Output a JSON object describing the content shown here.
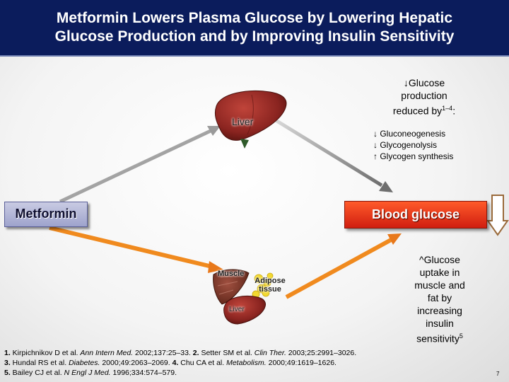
{
  "slide": {
    "title_line1": "Metformin Lowers Plasma Glucose by Lowering Hepatic",
    "title_line2": "Glucose Production and by Improving Insulin Sensitivity",
    "metformin_label": "Metformin",
    "blood_glucose_label": "Blood glucose",
    "liver_label": "Liver",
    "muscle_label": "Muscle",
    "adipose_label_1": "Adipose",
    "adipose_label_2": "tissue",
    "liver_small_label": "Liver",
    "production_text": {
      "line1": "↓Glucose",
      "line2": "production",
      "line3": "reduced by",
      "line3_sup": "1–4",
      "line3_end": ":"
    },
    "effects": [
      "↓ Gluconeogenesis",
      "↓ Glycogenolysis",
      "↑ Glycogen synthesis"
    ],
    "uptake_text": {
      "line1": "^Glucose",
      "line2": "uptake in",
      "line3": "muscle and",
      "line4": "fat by",
      "line5": "increasing",
      "line6": "insulin",
      "line7": "sensitivity",
      "line7_sup": "5"
    },
    "references": [
      {
        "num1": "1.",
        "t1": " Kirpichnikov D et al. ",
        "j1": "Ann Intern Med.",
        "r1": " 2002;137:25–33. ",
        "num2": "2.",
        "t2": " Setter SM et al. ",
        "j2": "Clin Ther.",
        "r2": " 2003;25:2991–3026."
      },
      {
        "num1": "3.",
        "t1": " Hundal RS et al. ",
        "j1": "Diabetes.",
        "r1": " 2000;49:2063–2069. ",
        "num2": "4.",
        "t2": " Chu CA et al. ",
        "j2": "Metabolism.",
        "r2": " 2000;49:1619–1626."
      },
      {
        "num1": "5.",
        "t1": " Bailey CJ et al. ",
        "j1": "N Engl J Med.",
        "r1": " 1996;334:574–579."
      }
    ],
    "page_number": "7"
  },
  "colors": {
    "header_bg": "#0b1c5c",
    "metformin_box": "#a9aed3",
    "glucose_box": "#e2301a",
    "arrow_orange": "#f08a1e",
    "arrow_gray": "#8a8a8a"
  },
  "icons": [
    "liver-illustration",
    "muscle-illustration",
    "adipose-tissue-illustration",
    "down-arrow-icon"
  ]
}
